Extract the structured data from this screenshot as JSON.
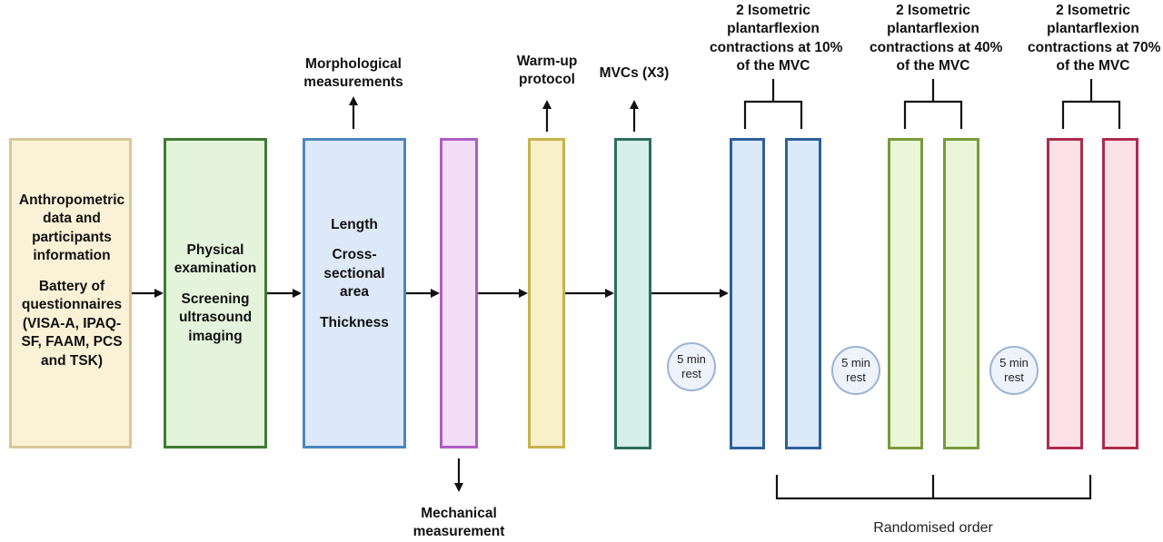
{
  "steps": {
    "anthropometric": {
      "lines": [
        "Anthropometric",
        "data and",
        "participants",
        "information"
      ],
      "lines2": [
        "Battery of",
        "questionnaires",
        "(VISA-A, IPAQ-",
        "SF, FAAM, PCS",
        "and TSK)"
      ]
    },
    "physical": {
      "lines": [
        "Physical",
        "examination"
      ],
      "lines2": [
        "Screening",
        "ultrasound",
        "imaging"
      ]
    },
    "morphological_box": {
      "lines": [
        "Length"
      ],
      "lines2": [
        "Cross-",
        "sectional",
        "area"
      ],
      "lines3": [
        "Thickness"
      ]
    },
    "morphological_label": [
      "Morphological",
      "measurements"
    ],
    "mechanical_label": [
      "Mechanical",
      "measurement"
    ],
    "warmup_label": [
      "Warm-up",
      "protocol"
    ],
    "mvc_label": "MVCs (X3)"
  },
  "contractions": [
    {
      "lines": [
        "2 Isometric",
        "plantarflexion",
        "contractions at 10%",
        "of the MVC"
      ]
    },
    {
      "lines": [
        "2 Isometric",
        "plantarflexion",
        "contractions at 40%",
        "of the MVC"
      ]
    },
    {
      "lines": [
        "2 Isometric",
        "plantarflexion",
        "contractions at 70%",
        "of the MVC"
      ]
    }
  ],
  "rest_labels": [
    {
      "l1": "5 min",
      "l2": "rest"
    },
    {
      "l1": "5 min",
      "l2": "rest"
    },
    {
      "l1": "5 min",
      "l2": "rest"
    }
  ],
  "randomised_label": "Randomised order",
  "colors": {
    "tan": "#d8c79a",
    "green": "#3f7a34",
    "blue": "#4b86c2",
    "purple": "#b05cc8",
    "yellow": "#c9b24e",
    "teal": "#2f6e5c",
    "navy": "#2f5f9e",
    "lime": "#7a9a3a",
    "crimson": "#b02a4c"
  }
}
